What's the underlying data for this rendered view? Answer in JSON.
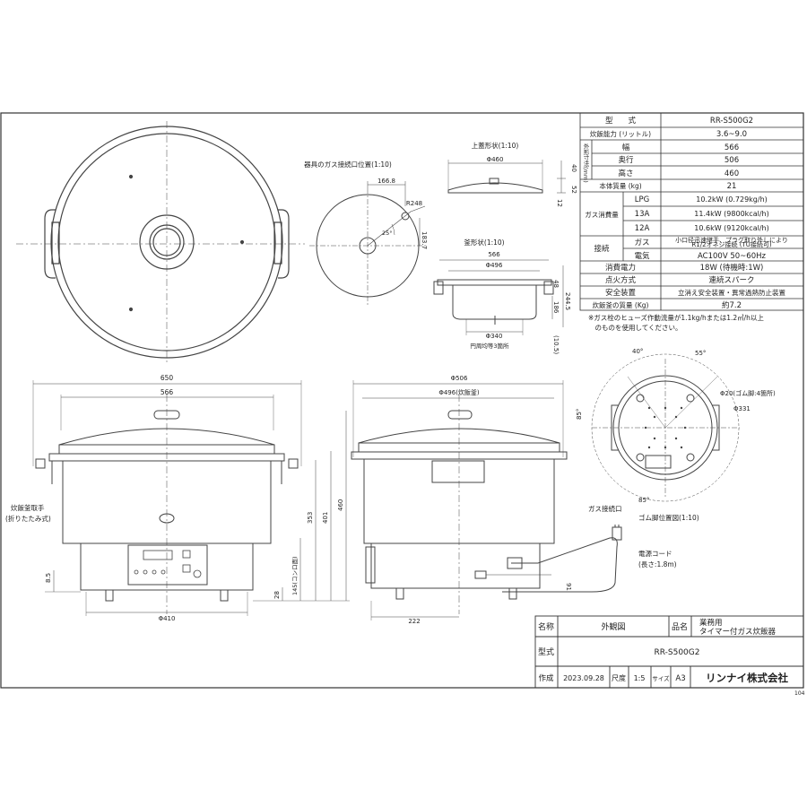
{
  "spec_table": {
    "header": {
      "label": "型　　式",
      "value": "RR-S500G2"
    },
    "rows": [
      {
        "label": "炊飯能力 (リットル)",
        "value": "3.6~9.0"
      },
      {
        "label": "幅",
        "value": "566"
      },
      {
        "label": "奥行",
        "value": "506"
      },
      {
        "label": "高さ",
        "value": "460"
      },
      {
        "label": "本体質量 (kg)",
        "value": "21"
      },
      {
        "label": "LPG",
        "value": "10.2kW (0.729kg/h)"
      },
      {
        "label": "13A",
        "value": "11.4kW (9800kcal/h)"
      },
      {
        "label": "12A",
        "value": "10.6kW (9120kcal/h)"
      },
      {
        "label": "ガス",
        "value": "小口径迅速継手、プラグ取り外しにより",
        "value2": "R1/2オネジ接続 (TU接続可)"
      },
      {
        "label": "電気",
        "value": "AC100V 50~60Hz"
      },
      {
        "label": "消費電力",
        "value": "18W (待機時:1W)"
      },
      {
        "label": "点火方式",
        "value": "連続スパーク"
      },
      {
        "label": "安全装置",
        "value": "立消え安全装置・異常過熱防止装置"
      },
      {
        "label": "炊飯釜の質量 (Kg)",
        "value": "約7.2"
      }
    ],
    "group_dims": "外形寸法(mm)",
    "group_gas": "ガス消費量",
    "group_conn": "接続",
    "note1": "※ガス栓のヒューズ作動流量が1.1kg/hまたは1.2㎥/h以上",
    "note2": "　のものを使用してください。"
  },
  "views": {
    "top_lid_title": "上蓋形状(1:10)",
    "gas_port_title": "器具のガス接続口位置(1:10)",
    "pot_title": "釜形状(1:10)",
    "rubber_title": "ゴム脚位置図(1:10)"
  },
  "dims": {
    "d460": "Φ460",
    "d40": "40",
    "d52": "52",
    "d12": "12",
    "d166": "166.8",
    "r248": "R248",
    "d183": "183.7",
    "a25": "25°",
    "d566": "566",
    "d496": "Φ496",
    "d48": "48",
    "d186": "186",
    "d244": "244.5",
    "d340": "Φ340",
    "d105": "(10.5)",
    "handle_note": "円周均等3箇所",
    "front_650": "650",
    "front_566": "566",
    "front_410": "Φ410",
    "h353": "353",
    "h401": "401",
    "h460": "460",
    "h145": "145(コンロ面)",
    "h85": "8.5",
    "h28": "28",
    "side_506": "Φ506",
    "side_496": "Φ496(炊飯釜)",
    "side_222": "222",
    "side_91": "91",
    "b40": "40°",
    "b55": "55°",
    "b85a": "85°",
    "b85b": "85°",
    "b20": "Φ20(ゴム脚:4箇所)",
    "b331": "Φ331"
  },
  "callouts": {
    "pot_handle": "炊飯釜取手",
    "pot_handle2": "(折りたたみ式)",
    "gas_port": "ガス接続口",
    "power_cord": "電源コード",
    "cord_length": "(長さ:1.8m)"
  },
  "title_block": {
    "name_label": "名称",
    "name_value": "外観図",
    "product_label": "品名",
    "product_value1": "業務用",
    "product_value2": "タイマー付ガス炊飯器",
    "model_label": "型式",
    "model_value": "RR-S500G2",
    "date_label": "作成",
    "date_value": "2023.09.28",
    "scale_label": "尺度",
    "scale_value": "1:5",
    "size_label": "サイズ",
    "size_value": "A3",
    "company": "リンナイ株式会社",
    "page_code": "104"
  }
}
